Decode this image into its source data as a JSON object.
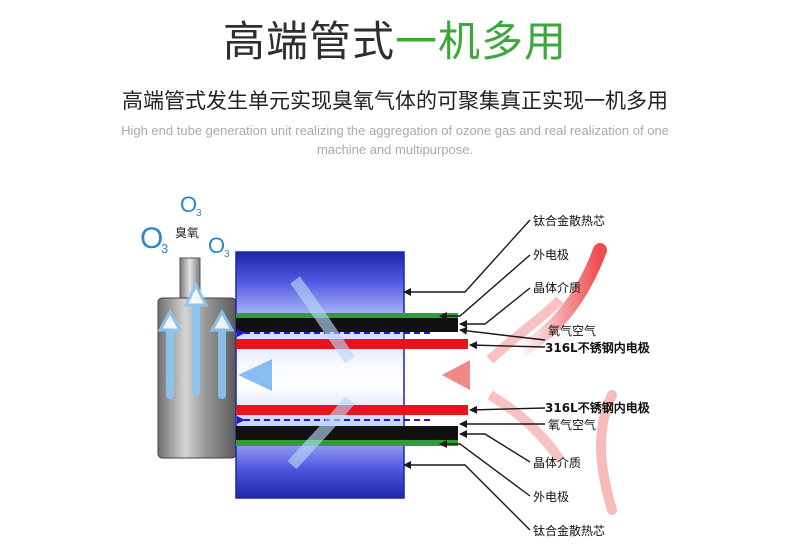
{
  "title": {
    "part1": "高端管式",
    "part2": "一机多用"
  },
  "subtitle": "高端管式发生单元实现臭氧气体的可聚集真正实现一机多用",
  "english": "High end tube generation unit realizing the aggregation of ozone gas and real realization of one machine and multipurpose.",
  "ozone": {
    "o": "O",
    "sub": "3",
    "label": "臭氧"
  },
  "labels": {
    "heatsink_top": "钛合金散热芯",
    "outer_top": "外电极",
    "dielectric_top": "晶体介质",
    "oxygen_top": "氧气空气",
    "inner_top": "316L不锈钢内电极",
    "inner_bottom": "316L不锈钢内电极",
    "oxygen_bottom": "氧气空气",
    "dielectric_bottom": "晶体介质",
    "outer_bottom": "外电极",
    "heatsink_bottom": "钛合金散热芯"
  },
  "colors": {
    "title_green": "#3aa93a",
    "ozone_blue": "#2f86c6",
    "tube_blue": "#3a3fd0",
    "electrode_red": "#e8141a",
    "dielectric_green": "#2f9e3a"
  }
}
